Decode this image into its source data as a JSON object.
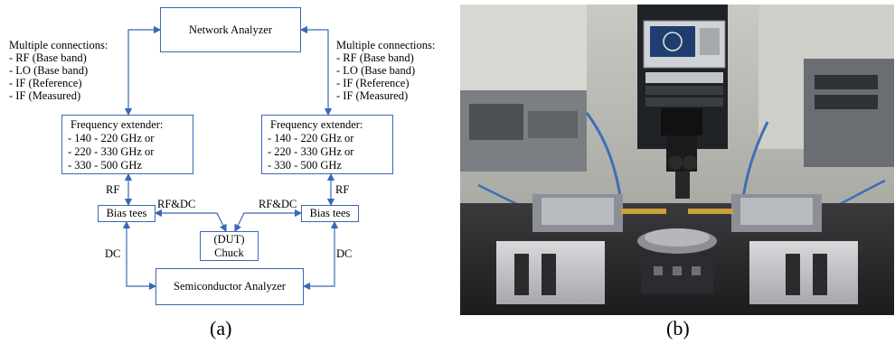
{
  "diagram": {
    "network_analyzer": "Network Analyzer",
    "left_connections": {
      "title": "Multiple connections:",
      "lines": [
        "- RF (Base band)",
        "- LO (Base band)",
        "- IF   (Reference)",
        "- IF   (Measured)"
      ]
    },
    "right_connections": {
      "title": "Multiple connections:",
      "lines": [
        "- RF (Base band)",
        "- LO (Base band)",
        "- IF   (Reference)",
        "- IF   (Measured)"
      ]
    },
    "left_extender": {
      "title": "Frequency extender:",
      "lines": [
        "- 140 - 220 GHz or",
        "- 220 - 330 GHz or",
        "- 330 - 500 GHz"
      ]
    },
    "right_extender": {
      "title": "Frequency extender:",
      "lines": [
        "- 140 - 220 GHz or",
        "- 220 - 330 GHz or",
        "- 330 - 500 GHz"
      ]
    },
    "left_bias": "Bias tees",
    "right_bias": "Bias tees",
    "dut_line1": "(DUT)",
    "dut_line2": "Chuck",
    "semiconductor_analyzer": "Semiconductor Analyzer",
    "label_rf_left": "RF",
    "label_rf_right": "RF",
    "label_rfdc_left": "RF&DC",
    "label_rfdc_right": "RF&DC",
    "label_dc_left": "DC",
    "label_dc_right": "DC",
    "line_color": "#3a68b4"
  },
  "captions": {
    "a": "(a)",
    "b": "(b)"
  }
}
